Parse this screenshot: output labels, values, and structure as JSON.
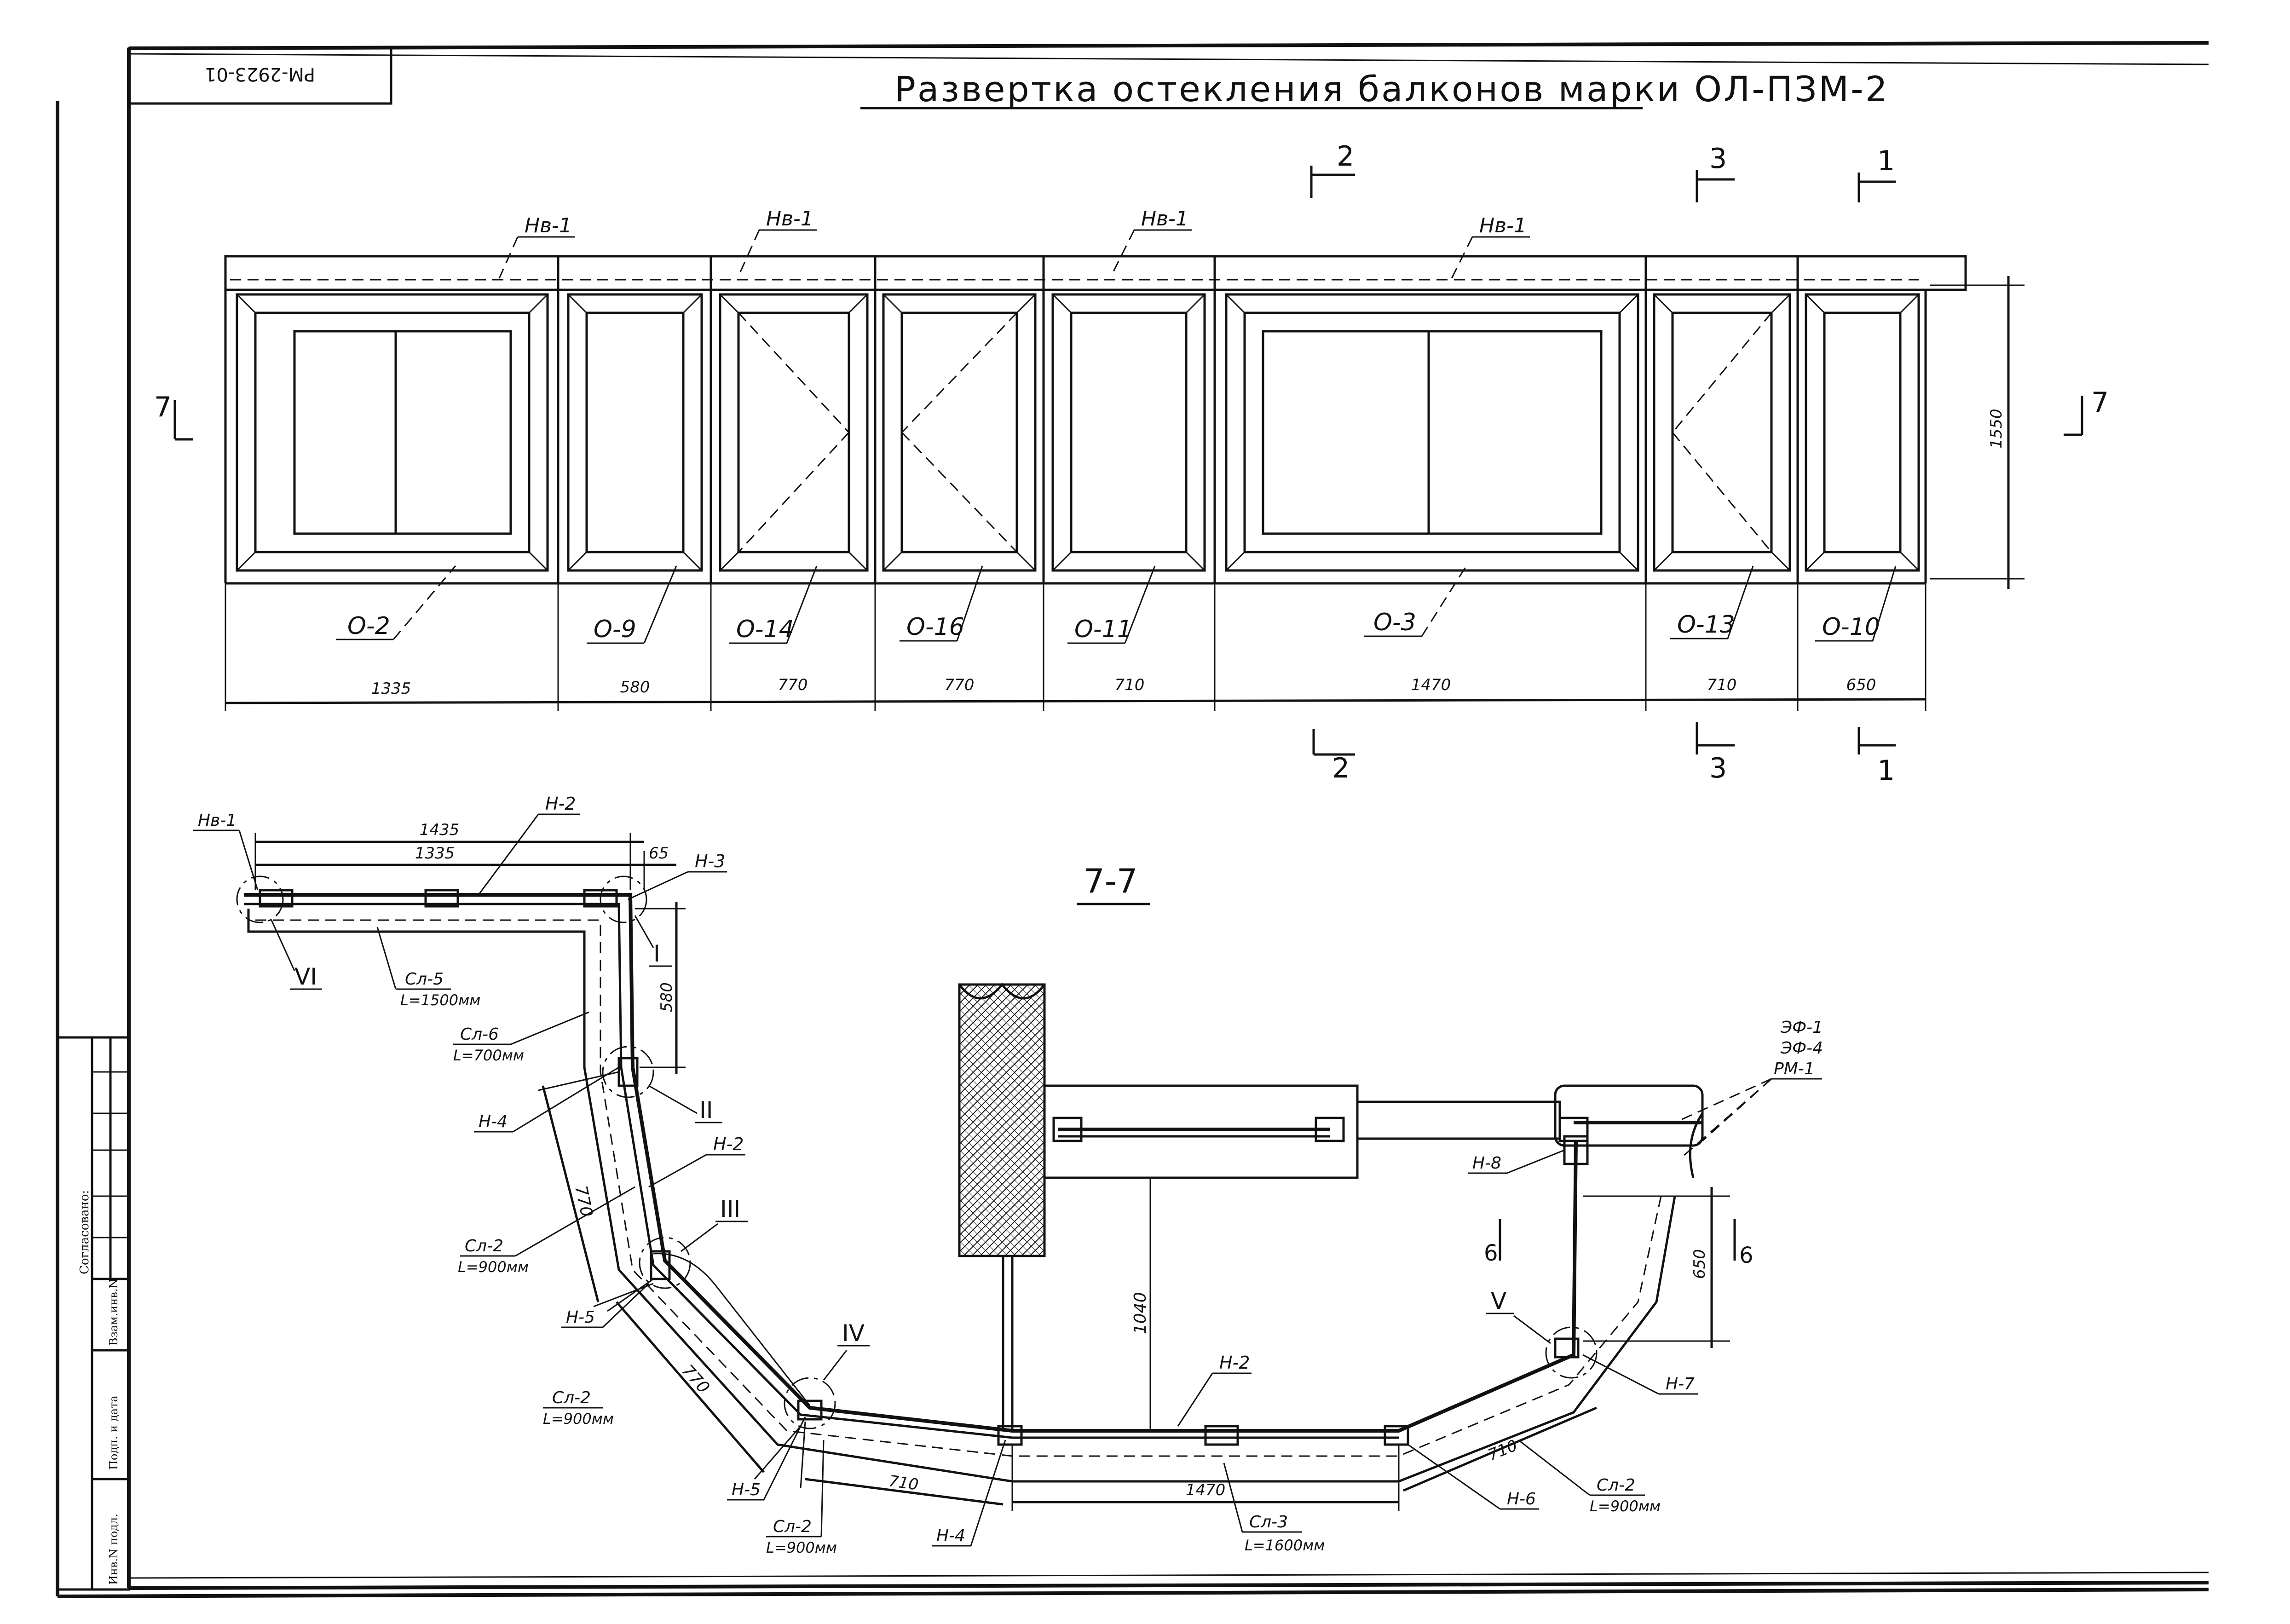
{
  "stamp": "РМ-2923-01",
  "title": "Развертка остекления балконов марки ОЛ-ПЗМ-2",
  "section_title": "7-7",
  "section_marks": {
    "s7": "7",
    "s2": "2",
    "s3": "3",
    "s1": "1",
    "s6": "6"
  },
  "beam_label": "Нв-1",
  "panels": [
    {
      "label": "О-2",
      "width": "1335"
    },
    {
      "label": "О-9",
      "width": "580"
    },
    {
      "label": "О-14",
      "width": "770"
    },
    {
      "label": "О-16",
      "width": "770"
    },
    {
      "label": "О-11",
      "width": "710"
    },
    {
      "label": "О-3",
      "width": "1470"
    },
    {
      "label": "О-13",
      "width": "710"
    },
    {
      "label": "О-10",
      "width": "650"
    }
  ],
  "height_dim": "1550",
  "plan": {
    "nv1": "Нв-1",
    "d1435": "1435",
    "d1335": "1335",
    "d65": "65",
    "h2a": "Н-2",
    "h3": "Н-3",
    "roman1": "I",
    "roman2": "II",
    "roman3": "III",
    "roman4": "IV",
    "roman5": "V",
    "roman6": "VI",
    "d580": "580",
    "cl5": "Сл-5",
    "cl5l": "L=1500мм",
    "cl6": "Сл-6",
    "cl6l": "L=700мм",
    "h4a": "Н-4",
    "d770a": "770",
    "h2b": "Н-2",
    "cl2a": "Сл-2",
    "cl2al": "L=900мм",
    "h5a": "Н-5",
    "cl2b": "Сл-2",
    "cl2bl": "L=900мм",
    "d770b": "770",
    "h5b": "Н-5",
    "cl2c": "Сл-2",
    "cl2cl": "L=900мм",
    "d710a": "710",
    "h4b": "Н-4",
    "d1470": "1470",
    "cl3": "Сл-3",
    "cl3l": "L=1600мм",
    "h2c": "Н-2",
    "d1040": "1040",
    "h6": "Н-6",
    "d710b": "710",
    "cl2d": "Сл-2",
    "cl2dl": "L=900мм",
    "h7": "Н-7",
    "h8": "Н-8",
    "d650": "650",
    "ef1": "ЭФ-1",
    "ef4": "ЭФ-4",
    "rm1": "РМ-1"
  },
  "sidebar": {
    "soglasovano": "Согласовано:",
    "vzam": "Взам.инв.N",
    "podp": "Подп. и дата",
    "inv": "Инв.N подл."
  }
}
